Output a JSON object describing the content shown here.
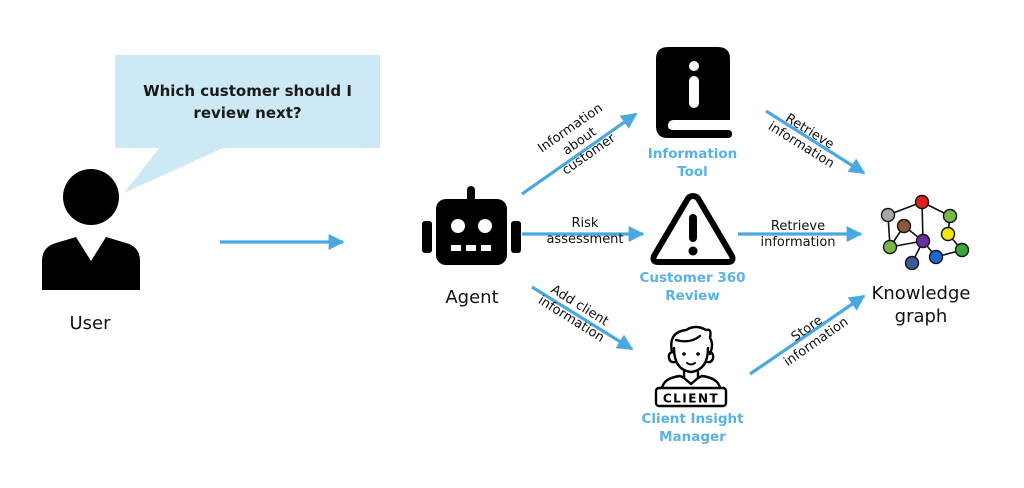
{
  "colors": {
    "arrow": "#4aa8e0",
    "bubble": "#cde9f5",
    "tool_label": "#5ab2e3",
    "icon": "#000000"
  },
  "user": {
    "label": "User",
    "icon": "user-icon",
    "speech_bubble": "Which customer should I review next?"
  },
  "agent": {
    "label": "Agent",
    "icon": "robot-icon"
  },
  "tools": [
    {
      "id": "information-tool",
      "label_line1": "Information",
      "label_line2": "Tool",
      "icon": "info-book-icon"
    },
    {
      "id": "customer-360-review",
      "label_line1": "Customer 360",
      "label_line2": "Review",
      "icon": "warning-triangle-icon"
    },
    {
      "id": "client-insight-manager",
      "label_line1": "Client Insight",
      "label_line2": "Manager",
      "icon": "client-person-icon",
      "badge_text": "CLIENT"
    }
  ],
  "knowledge_graph": {
    "label_line1": "Knowledge",
    "label_line2": "graph",
    "icon": "knowledge-graph-icon"
  },
  "edges": [
    {
      "from": "user",
      "to": "agent",
      "label_lines": []
    },
    {
      "from": "agent",
      "to": "information-tool",
      "label_lines": [
        "Information",
        "about",
        "customer"
      ]
    },
    {
      "from": "agent",
      "to": "customer-360-review",
      "label_lines": [
        "Risk",
        "assessment"
      ]
    },
    {
      "from": "agent",
      "to": "client-insight-manager",
      "label_lines": [
        "Add client",
        "information"
      ]
    },
    {
      "from": "information-tool",
      "to": "knowledge-graph",
      "label_lines": [
        "Retrieve",
        "information"
      ]
    },
    {
      "from": "customer-360-review",
      "to": "knowledge-graph",
      "label_lines": [
        "Retrieve",
        "information"
      ]
    },
    {
      "from": "client-insight-manager",
      "to": "knowledge-graph",
      "label_lines": [
        "Store",
        "information"
      ]
    }
  ]
}
